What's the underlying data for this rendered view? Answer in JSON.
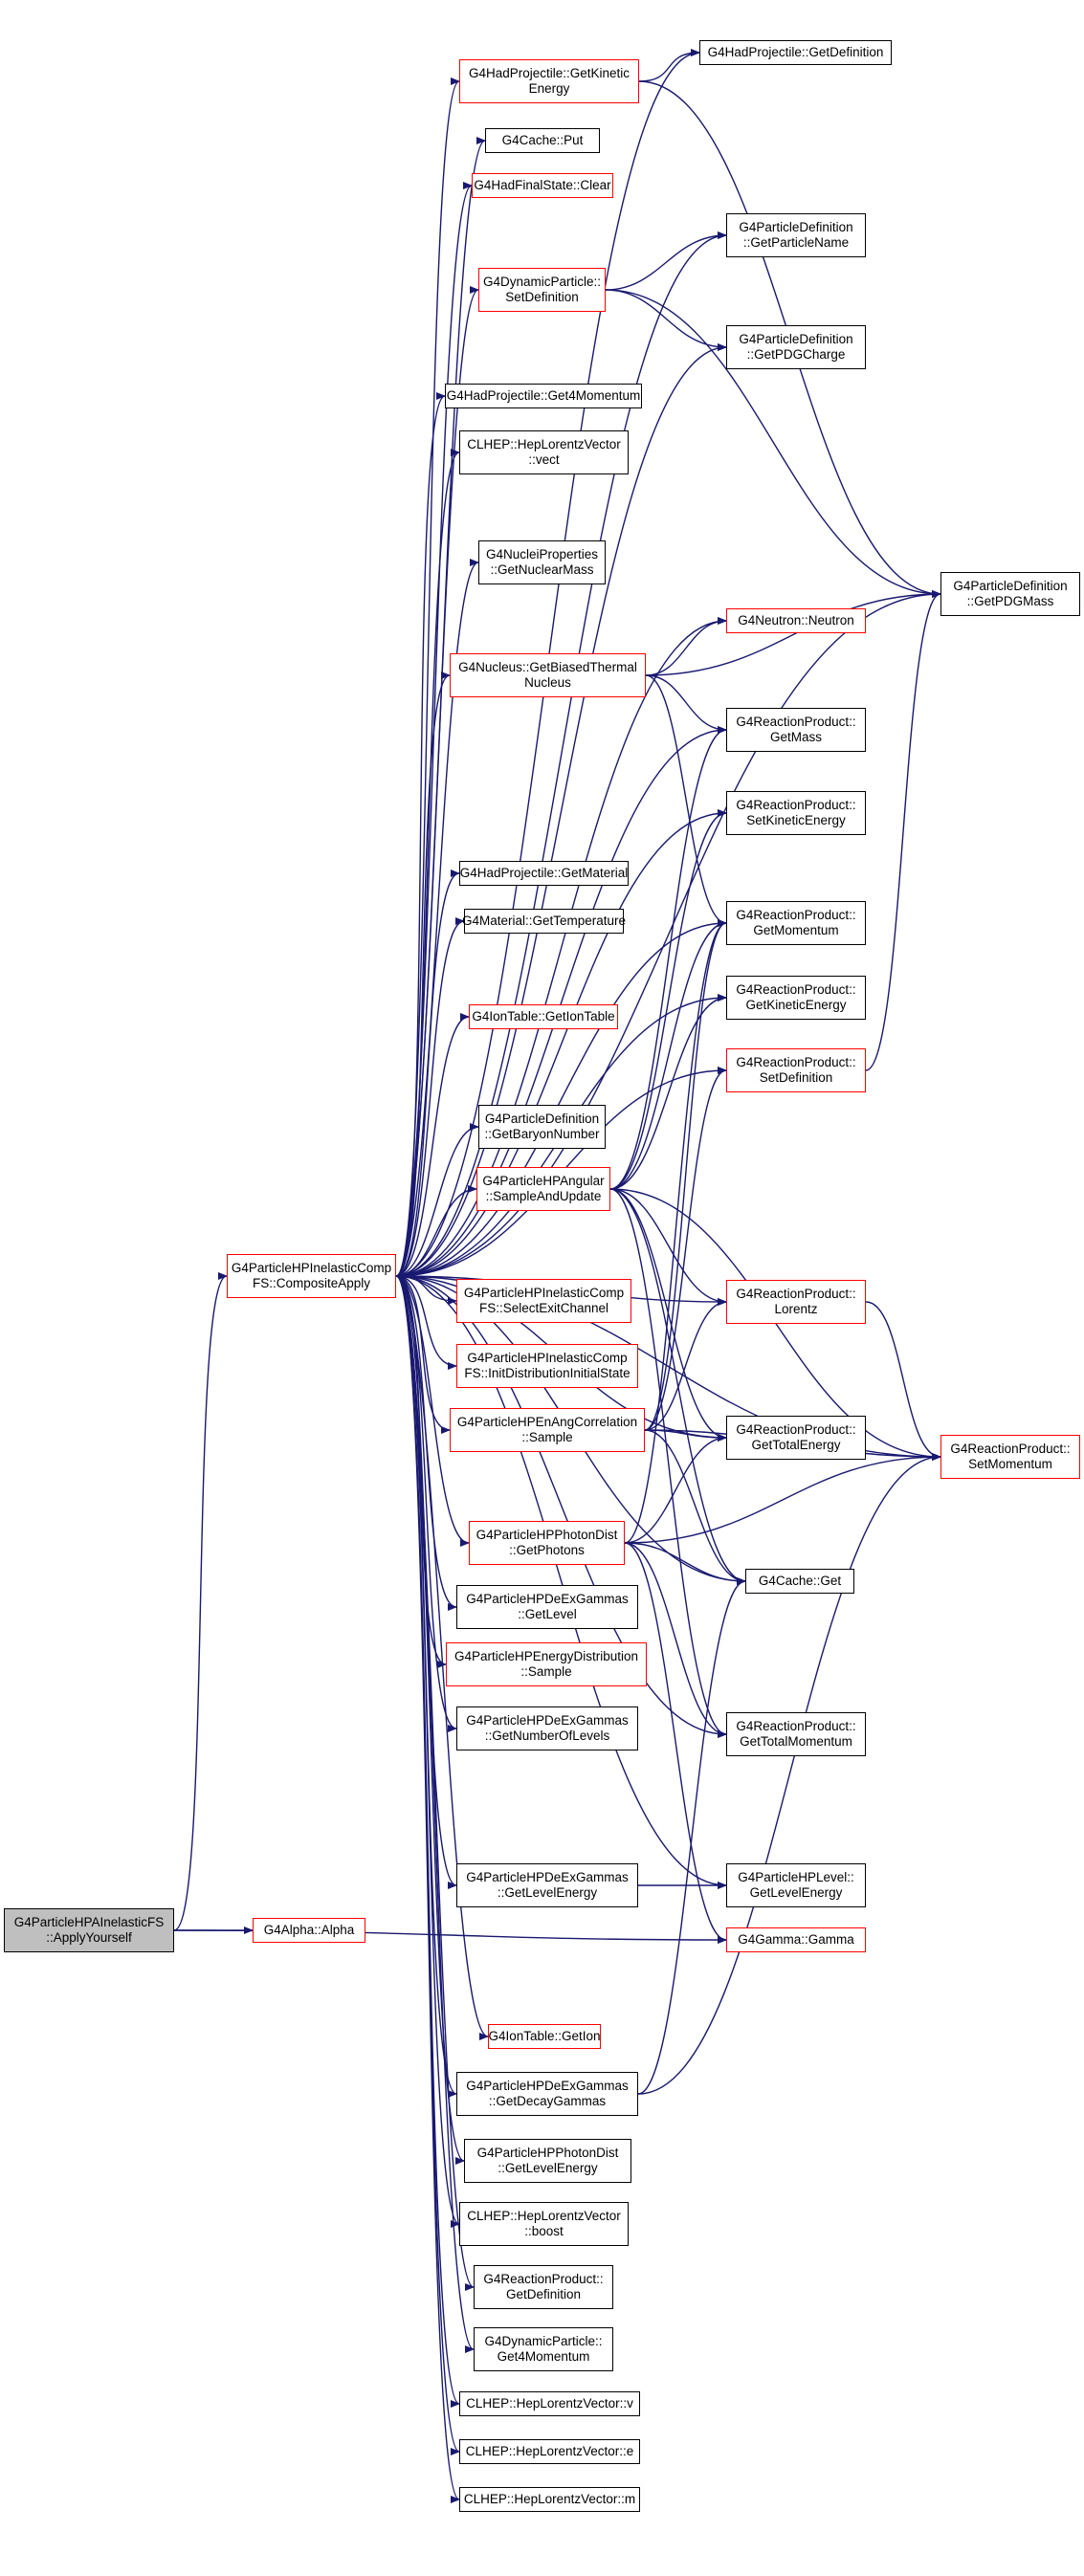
{
  "nodes": {
    "apply": {
      "lines": [
        "G4ParticleHPAInelasticFS",
        "::ApplyYourself"
      ],
      "border": "black",
      "highlighted": true
    },
    "composite": {
      "lines": [
        "G4ParticleHPInelasticComp",
        "FS::CompositeApply"
      ],
      "border": "red"
    },
    "alpha": {
      "lines": [
        "G4Alpha::Alpha"
      ],
      "border": "red"
    },
    "hadKinE": {
      "lines": [
        "G4HadProjectile::GetKinetic",
        "Energy"
      ],
      "border": "red"
    },
    "hadDef": {
      "lines": [
        "G4HadProjectile::GetDefinition"
      ],
      "border": "black"
    },
    "cachePut": {
      "lines": [
        "G4Cache::Put"
      ],
      "border": "black"
    },
    "hadFSClear": {
      "lines": [
        "G4HadFinalState::Clear"
      ],
      "border": "red"
    },
    "dynSetDef": {
      "lines": [
        "G4DynamicParticle::",
        "SetDefinition"
      ],
      "border": "red"
    },
    "pdName": {
      "lines": [
        "G4ParticleDefinition",
        "::GetParticleName"
      ],
      "border": "black"
    },
    "pdCharge": {
      "lines": [
        "G4ParticleDefinition",
        "::GetPDGCharge"
      ],
      "border": "black"
    },
    "had4mom": {
      "lines": [
        "G4HadProjectile::Get4Momentum"
      ],
      "border": "black"
    },
    "vect": {
      "lines": [
        "CLHEP::HepLorentzVector",
        "::vect"
      ],
      "border": "black"
    },
    "pdMass": {
      "lines": [
        "G4ParticleDefinition",
        "::GetPDGMass"
      ],
      "border": "black"
    },
    "nucMass": {
      "lines": [
        "G4NucleiProperties",
        "::GetNuclearMass"
      ],
      "border": "black"
    },
    "neutron": {
      "lines": [
        "G4Neutron::Neutron"
      ],
      "border": "red"
    },
    "nucBiased": {
      "lines": [
        "G4Nucleus::GetBiasedThermal",
        "Nucleus"
      ],
      "border": "red"
    },
    "rpMass": {
      "lines": [
        "G4ReactionProduct::",
        "GetMass"
      ],
      "border": "black"
    },
    "rpSetKin": {
      "lines": [
        "G4ReactionProduct::",
        "SetKineticEnergy"
      ],
      "border": "black"
    },
    "hadMat": {
      "lines": [
        "G4HadProjectile::GetMaterial"
      ],
      "border": "black"
    },
    "matTemp": {
      "lines": [
        "G4Material::GetTemperature"
      ],
      "border": "black"
    },
    "rpMom": {
      "lines": [
        "G4ReactionProduct::",
        "GetMomentum"
      ],
      "border": "black"
    },
    "rpKin": {
      "lines": [
        "G4ReactionProduct::",
        "GetKineticEnergy"
      ],
      "border": "black"
    },
    "ionTable": {
      "lines": [
        "G4IonTable::GetIonTable"
      ],
      "border": "red"
    },
    "rpSetDef": {
      "lines": [
        "G4ReactionProduct::",
        "SetDefinition"
      ],
      "border": "red"
    },
    "pdBaryon": {
      "lines": [
        "G4ParticleDefinition",
        "::GetBaryonNumber"
      ],
      "border": "black"
    },
    "angSample": {
      "lines": [
        "G4ParticleHPAngular",
        "::SampleAndUpdate"
      ],
      "border": "red"
    },
    "selExit": {
      "lines": [
        "G4ParticleHPInelasticComp",
        "FS::SelectExitChannel"
      ],
      "border": "red"
    },
    "rpLorentz": {
      "lines": [
        "G4ReactionProduct::",
        "Lorentz"
      ],
      "border": "red"
    },
    "initDist": {
      "lines": [
        "G4ParticleHPInelasticComp",
        "FS::InitDistributionInitialState"
      ],
      "border": "red"
    },
    "enAng": {
      "lines": [
        "G4ParticleHPEnAngCorrelation",
        "::Sample"
      ],
      "border": "red"
    },
    "rpTotE": {
      "lines": [
        "G4ReactionProduct::",
        "GetTotalEnergy"
      ],
      "border": "black"
    },
    "rpSetMom": {
      "lines": [
        "G4ReactionProduct::",
        "SetMomentum"
      ],
      "border": "red"
    },
    "photon": {
      "lines": [
        "G4ParticleHPPhotonDist",
        "::GetPhotons"
      ],
      "border": "red"
    },
    "cacheGet": {
      "lines": [
        "G4Cache::Get"
      ],
      "border": "black"
    },
    "deexLevel": {
      "lines": [
        "G4ParticleHPDeExGammas",
        "::GetLevel"
      ],
      "border": "black"
    },
    "energyDist": {
      "lines": [
        "G4ParticleHPEnergyDistribution",
        "::Sample"
      ],
      "border": "red"
    },
    "deexNum": {
      "lines": [
        "G4ParticleHPDeExGammas",
        "::GetNumberOfLevels"
      ],
      "border": "black"
    },
    "rpTotMom": {
      "lines": [
        "G4ReactionProduct::",
        "GetTotalMomentum"
      ],
      "border": "black"
    },
    "deexLevelE": {
      "lines": [
        "G4ParticleHPDeExGammas",
        "::GetLevelEnergy"
      ],
      "border": "black"
    },
    "levelE": {
      "lines": [
        "G4ParticleHPLevel::",
        "GetLevelEnergy"
      ],
      "border": "black"
    },
    "gamma": {
      "lines": [
        "G4Gamma::Gamma"
      ],
      "border": "red"
    },
    "getIon": {
      "lines": [
        "G4IonTable::GetIon"
      ],
      "border": "red"
    },
    "deexDecay": {
      "lines": [
        "G4ParticleHPDeExGammas",
        "::GetDecayGammas"
      ],
      "border": "black"
    },
    "photonLevelE": {
      "lines": [
        "G4ParticleHPPhotonDist",
        "::GetLevelEnergy"
      ],
      "border": "black"
    },
    "boost": {
      "lines": [
        "CLHEP::HepLorentzVector",
        "::boost"
      ],
      "border": "black"
    },
    "rpGetDef": {
      "lines": [
        "G4ReactionProduct::",
        "GetDefinition"
      ],
      "border": "black"
    },
    "dyn4mom": {
      "lines": [
        "G4DynamicParticle::",
        "Get4Momentum"
      ],
      "border": "black"
    },
    "lv_v": {
      "lines": [
        "CLHEP::HepLorentzVector::v"
      ],
      "border": "black"
    },
    "lv_e": {
      "lines": [
        "CLHEP::HepLorentzVector::e"
      ],
      "border": "black"
    },
    "lv_m": {
      "lines": [
        "CLHEP::HepLorentzVector::m"
      ],
      "border": "black"
    }
  },
  "edges": [
    [
      "apply",
      "composite"
    ],
    [
      "apply",
      "alpha"
    ],
    [
      "apply",
      "gamma"
    ],
    [
      "composite",
      "hadKinE"
    ],
    [
      "composite",
      "hadDef"
    ],
    [
      "composite",
      "cachePut"
    ],
    [
      "composite",
      "hadFSClear"
    ],
    [
      "composite",
      "pdName"
    ],
    [
      "composite",
      "dynSetDef"
    ],
    [
      "composite",
      "pdCharge"
    ],
    [
      "composite",
      "had4mom"
    ],
    [
      "composite",
      "vect"
    ],
    [
      "composite",
      "pdMass"
    ],
    [
      "composite",
      "nucMass"
    ],
    [
      "composite",
      "neutron"
    ],
    [
      "composite",
      "nucBiased"
    ],
    [
      "composite",
      "rpMass"
    ],
    [
      "composite",
      "rpSetKin"
    ],
    [
      "composite",
      "hadMat"
    ],
    [
      "composite",
      "matTemp"
    ],
    [
      "composite",
      "rpMom"
    ],
    [
      "composite",
      "rpKin"
    ],
    [
      "composite",
      "ionTable"
    ],
    [
      "composite",
      "rpSetDef"
    ],
    [
      "composite",
      "pdBaryon"
    ],
    [
      "composite",
      "angSample"
    ],
    [
      "composite",
      "selExit"
    ],
    [
      "composite",
      "rpLorentz"
    ],
    [
      "composite",
      "initDist"
    ],
    [
      "composite",
      "enAng"
    ],
    [
      "composite",
      "rpTotE"
    ],
    [
      "composite",
      "rpSetMom"
    ],
    [
      "composite",
      "photon"
    ],
    [
      "composite",
      "cacheGet"
    ],
    [
      "composite",
      "deexLevel"
    ],
    [
      "composite",
      "energyDist"
    ],
    [
      "composite",
      "deexNum"
    ],
    [
      "composite",
      "rpTotMom"
    ],
    [
      "composite",
      "deexLevelE"
    ],
    [
      "composite",
      "levelE"
    ],
    [
      "composite",
      "getIon"
    ],
    [
      "composite",
      "deexDecay"
    ],
    [
      "composite",
      "photonLevelE"
    ],
    [
      "composite",
      "boost"
    ],
    [
      "composite",
      "rpGetDef"
    ],
    [
      "composite",
      "dyn4mom"
    ],
    [
      "composite",
      "lv_v"
    ],
    [
      "composite",
      "lv_e"
    ],
    [
      "composite",
      "lv_m"
    ],
    [
      "hadKinE",
      "hadDef"
    ],
    [
      "hadKinE",
      "pdMass"
    ],
    [
      "dynSetDef",
      "pdName"
    ],
    [
      "dynSetDef",
      "pdCharge"
    ],
    [
      "dynSetDef",
      "pdMass"
    ],
    [
      "nucBiased",
      "neutron"
    ],
    [
      "nucBiased",
      "pdMass"
    ],
    [
      "nucBiased",
      "rpMass"
    ],
    [
      "nucBiased",
      "rpMom"
    ],
    [
      "rpSetDef",
      "pdMass"
    ],
    [
      "angSample",
      "rpMass"
    ],
    [
      "angSample",
      "rpSetKin"
    ],
    [
      "angSample",
      "rpMom"
    ],
    [
      "angSample",
      "rpKin"
    ],
    [
      "angSample",
      "rpLorentz"
    ],
    [
      "angSample",
      "rpTotE"
    ],
    [
      "angSample",
      "rpSetMom"
    ],
    [
      "angSample",
      "cacheGet"
    ],
    [
      "angSample",
      "rpTotMom"
    ],
    [
      "rpLorentz",
      "rpSetMom"
    ],
    [
      "enAng",
      "rpLorentz"
    ],
    [
      "enAng",
      "rpTotE"
    ],
    [
      "enAng",
      "rpSetMom"
    ],
    [
      "enAng",
      "cacheGet"
    ],
    [
      "enAng",
      "rpSetDef"
    ],
    [
      "enAng",
      "rpMom"
    ],
    [
      "photon",
      "rpTotE"
    ],
    [
      "photon",
      "rpSetMom"
    ],
    [
      "photon",
      "cacheGet"
    ],
    [
      "photon",
      "rpTotMom"
    ],
    [
      "photon",
      "gamma"
    ],
    [
      "photon",
      "rpMom"
    ],
    [
      "deexLevelE",
      "levelE"
    ],
    [
      "deexDecay",
      "rpSetMom"
    ],
    [
      "deexDecay",
      "cacheGet"
    ]
  ]
}
